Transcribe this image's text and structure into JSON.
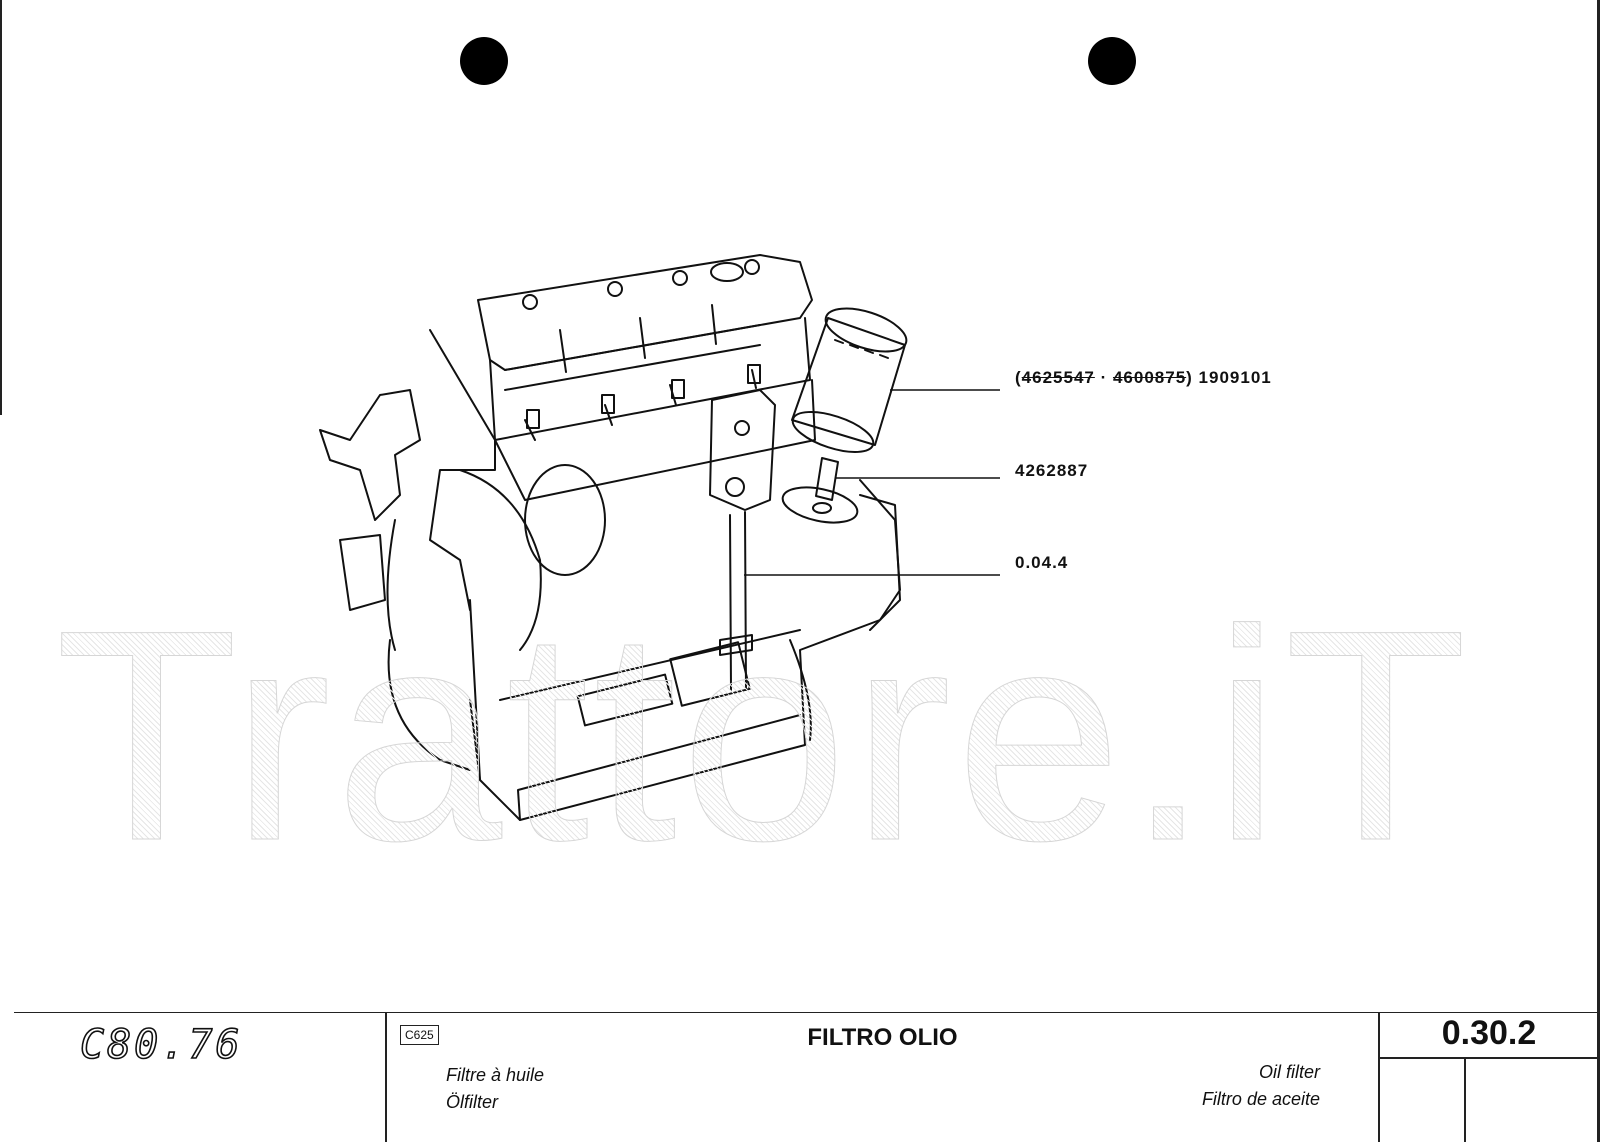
{
  "watermark": "Trattore.iT",
  "callouts": {
    "filter": {
      "paren_open": "(",
      "old_part_1": "4625547",
      "separator": " · ",
      "old_part_2": "4600875",
      "paren_close": ")",
      "current_part": " 1909101"
    },
    "nipple": "4262887",
    "dipstick_ref": "0.04.4"
  },
  "title_block": {
    "model": "C80.76",
    "code": "C625",
    "title_it": "FILTRO OLIO",
    "title_fr": "Filtre à huile",
    "title_de": "Ölfilter",
    "title_en": "Oil filter",
    "title_es": "Filtro de aceite",
    "page_number": "0.30.2"
  }
}
